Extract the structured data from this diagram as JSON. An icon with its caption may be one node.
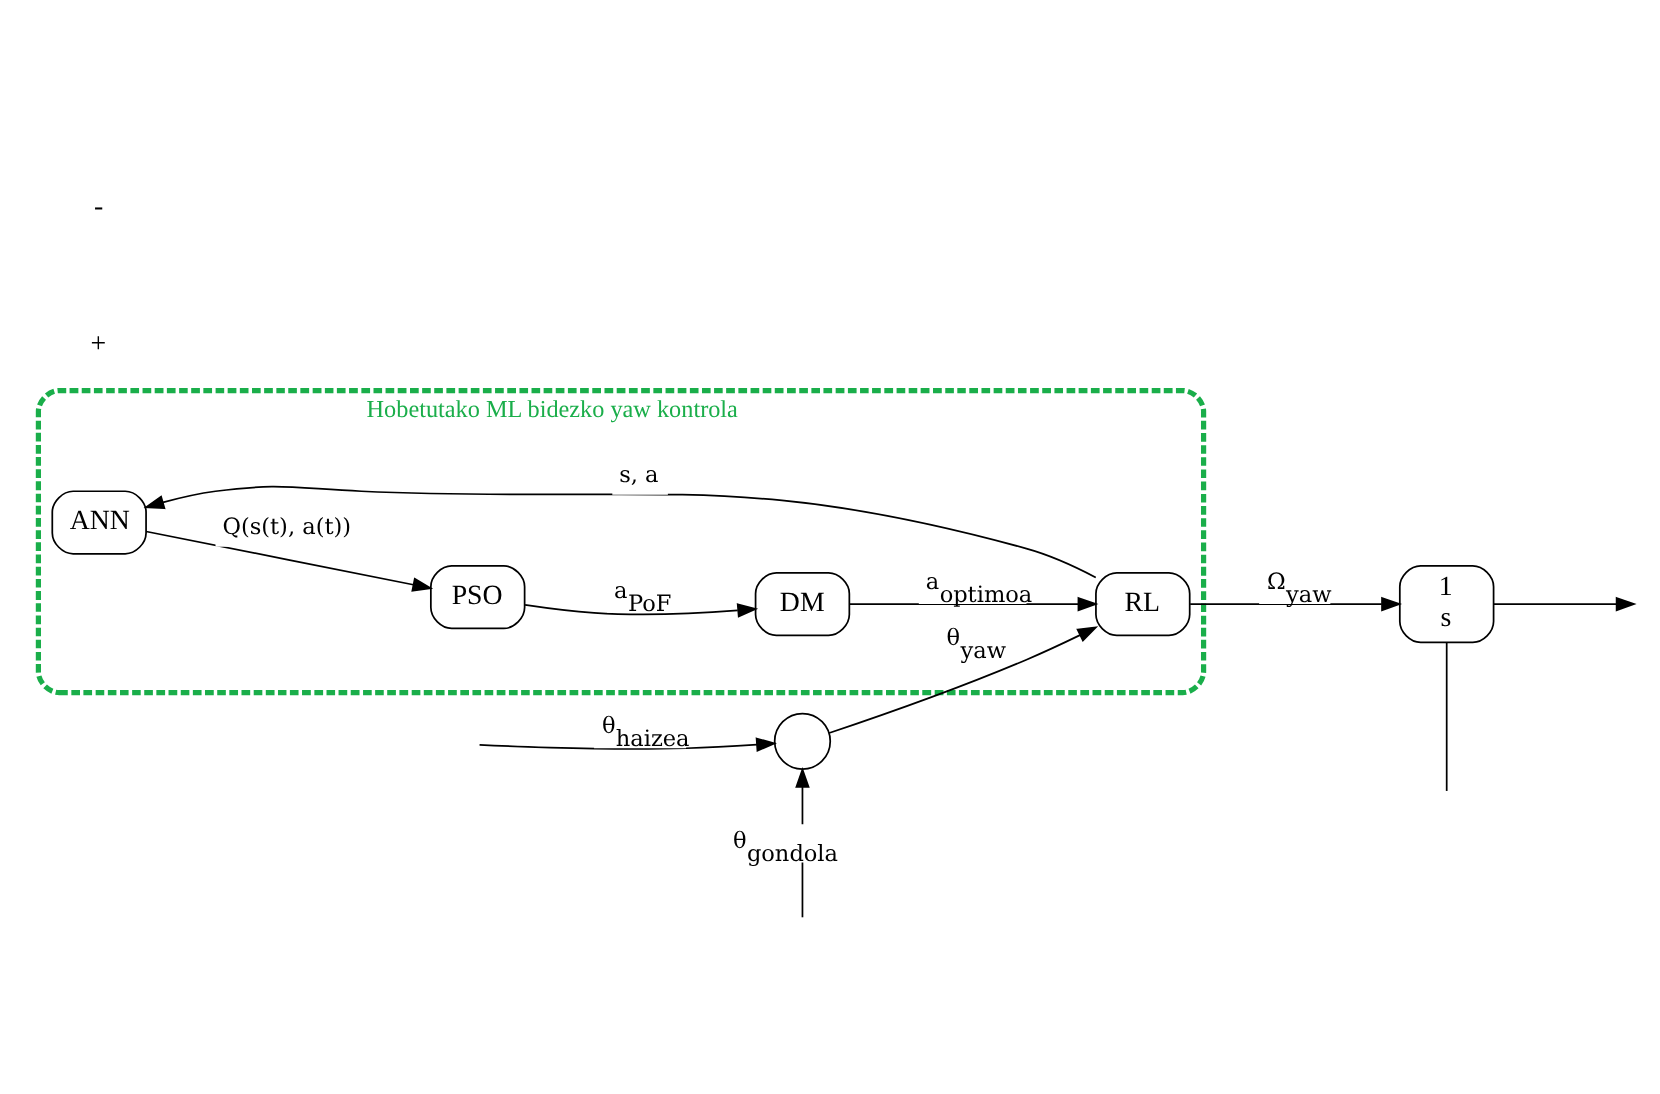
{
  "diagram": {
    "nodes": [
      {
        "text": [
          "Hobetutako ML bidezko yaw kontrola"
        ]
      },
      {
        "text": [
          "ANN"
        ],
        "in": 0
      },
      {
        "text": [
          "PSO"
        ],
        "in": 0
      },
      {
        "text": [
          "DM"
        ],
        "in": 0
      },
      {
        "text": [
          "RL"
        ],
        "in": 0
      },
      {
        "text": [],
        "shape": "circle"
      },
      {
        "text": [
          "1",
          "s"
        ]
      }
    ],
    "edges": [
      {
        "from": null,
        "to": 5,
        "arrow": "to",
        "label": "θ$_{haizea}$"
      },
      {
        "from": null,
        "to": 5,
        "arrow": "to",
        "label": "θ$_{gondola}$"
      },
      {
        "from": 5,
        "to": 4,
        "arrow": "to",
        "label": "θ$_{yaw}$"
      },
      {
        "from": 4,
        "to": 1,
        "arrow": "to",
        "label": "s, a"
      },
      {
        "from": 1,
        "to": 2,
        "arrow": "to",
        "label": "Q(s(t), a(t))"
      },
      {
        "from": 2,
        "to": 3,
        "arrow": "to",
        "label": "a$_{PoF}$"
      },
      {
        "from": 3,
        "to": 4,
        "arrow": "to",
        "label": "a$_{optimoa}$"
      },
      {
        "from": 4,
        "to": 6,
        "arrow": "to",
        "label": "Ω$_{yaw}$"
      },
      {
        "from": 6,
        "to": null,
        "arrow": "none"
      },
      {
        "from": 6,
        "to": null,
        "arrow": "to"
      }
    ],
    "labels": [
      "+",
      "-"
    ]
  }
}
